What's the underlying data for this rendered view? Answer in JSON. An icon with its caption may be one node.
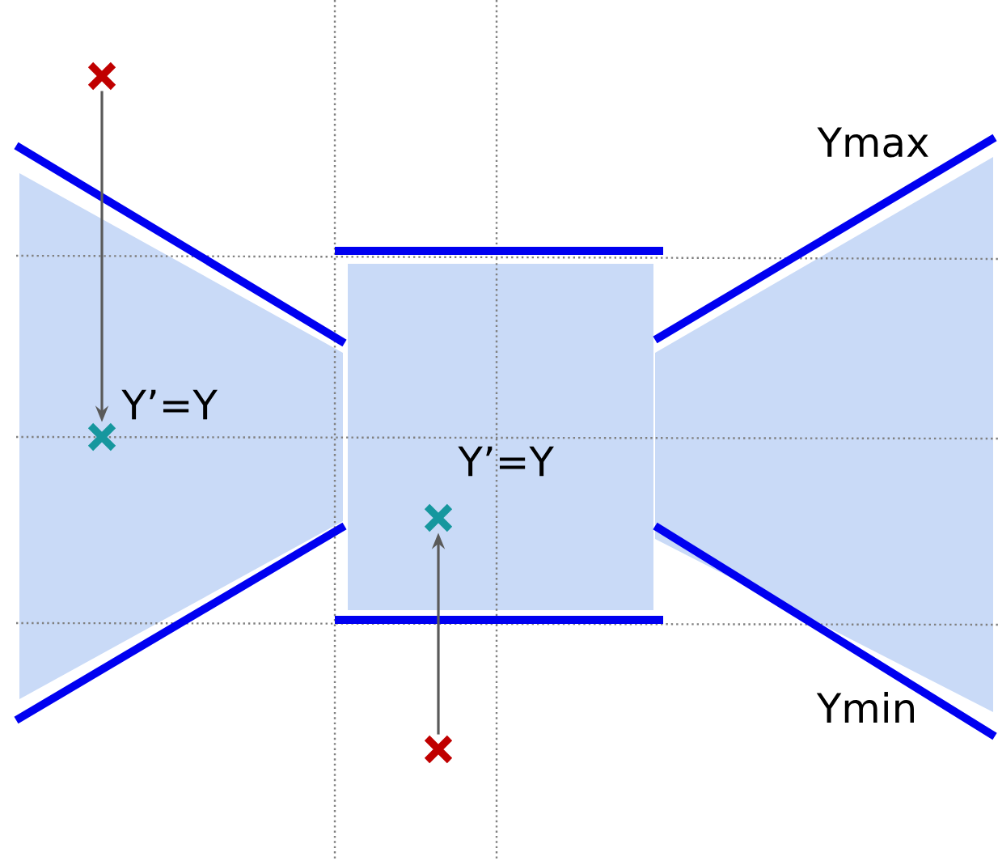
{
  "diagram": {
    "nodes": [
      {
        "text": [],
        "shape": "cross"
      },
      {
        "text": [],
        "shape": "cross",
        "beside": [
          "Y’=Y"
        ]
      },
      {
        "text": [],
        "shape": "cross",
        "beside": [
          "Y’=Y"
        ]
      },
      {
        "text": [],
        "shape": "cross"
      }
    ],
    "edges": [
      {
        "from": 0,
        "to": 1,
        "arrow": "to"
      },
      {
        "from": 3,
        "to": 2,
        "arrow": "to"
      }
    ],
    "labels": [
      "Ymax",
      "Ymin"
    ]
  }
}
